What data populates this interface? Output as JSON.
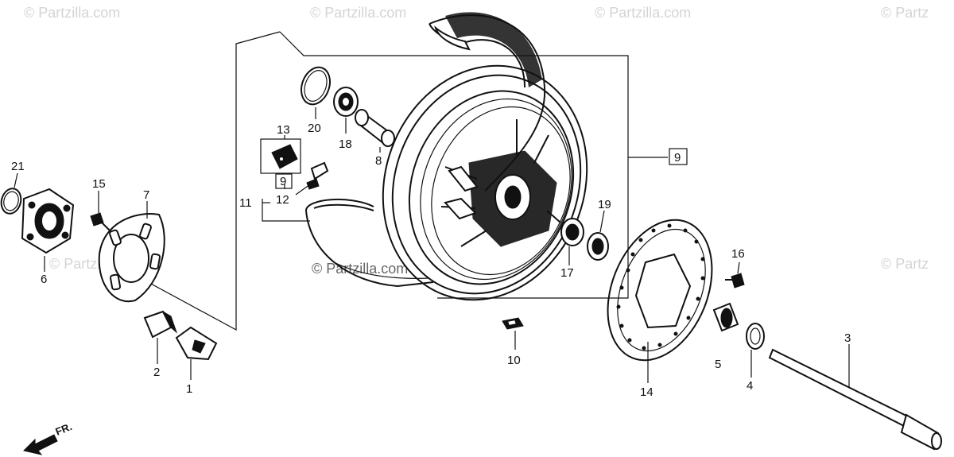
{
  "watermarks": {
    "top_1": "© Partzilla.com",
    "top_2": "© Partzilla.com",
    "top_3": "© Partzilla.com",
    "top_4": "© Partz",
    "left_mid": "© Partzilla",
    "center": "© Partzilla.com",
    "right_mid": "© Partz"
  },
  "callouts": {
    "p1": "1",
    "p2": "2",
    "p3": "3",
    "p4": "4",
    "p5": "5",
    "p6": "6",
    "p7": "7",
    "p8": "8",
    "p9_ref_right": "9",
    "p9_ref_left": "9",
    "p10": "10",
    "p11": "11",
    "p12": "12",
    "p13": "13",
    "p14": "14",
    "p15": "15",
    "p16": "16",
    "p17": "17",
    "p18": "18",
    "p19": "19",
    "p20": "20",
    "p21": "21"
  },
  "direction_label": "FR."
}
